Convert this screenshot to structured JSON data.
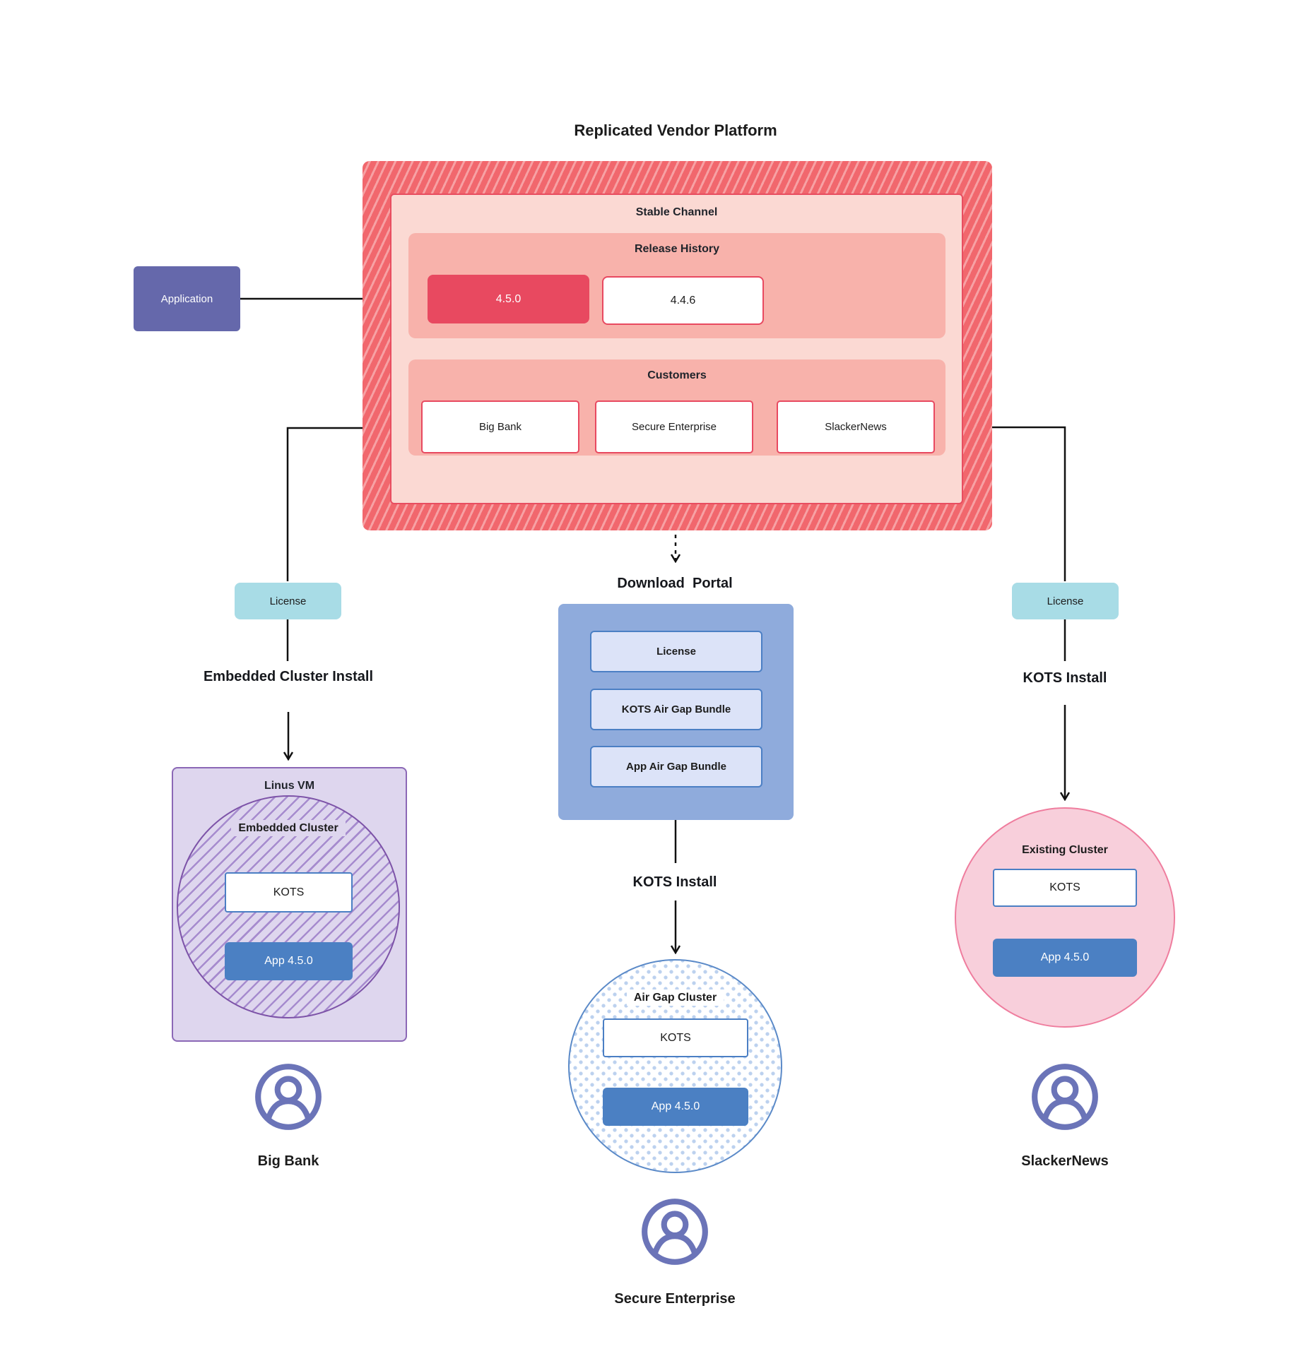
{
  "title": "Replicated Vendor Platform",
  "colors": {
    "platform_red": "#f1676d",
    "platform_stripe": "#f7a1a4",
    "channel_fill": "#fbd9d3",
    "channel_border": "#e84d60",
    "panel_salmon": "#f8b2ab",
    "release_highlight": "#e84960",
    "application_purple": "#6568ab",
    "license_cyan": "#a8dce6",
    "portal_blue": "#8fabdc",
    "portal_item_fill": "#dce3f8",
    "kots_blue_border": "#4b7fc4",
    "app_blue": "#4b80c3",
    "vm_lavender": "#ded6ee",
    "vm_circle_purple": "#7d53a8",
    "existing_pink_fill": "#f8cfdb",
    "existing_pink_border": "#ef7d9e",
    "airgap_dot": "#bcd1ee",
    "airgap_border": "#5b8ac8",
    "user_icon_purple": "#6b74b8"
  },
  "application": {
    "label": "Application"
  },
  "platform": {
    "stable_channel_label": "Stable Channel",
    "release_history_label": "Release History",
    "releases": [
      {
        "version": "4.5.0"
      },
      {
        "version": "4.4.6"
      }
    ],
    "customers_label": "Customers",
    "customers": [
      {
        "name": "Big Bank"
      },
      {
        "name": "Secure Enterprise"
      },
      {
        "name": "SlackerNews"
      }
    ]
  },
  "download_portal": {
    "title": "Download  Portal",
    "items": [
      {
        "label": "License"
      },
      {
        "label": "KOTS Air Gap Bundle"
      },
      {
        "label": "App Air Gap Bundle"
      }
    ]
  },
  "flows": {
    "left": {
      "license": "License",
      "install": "Embedded Cluster Install",
      "container": "Linus VM",
      "cluster": "Embedded Cluster",
      "kots": "KOTS",
      "app": "App 4.5.0",
      "user": "Big Bank"
    },
    "middle": {
      "install": "KOTS Install",
      "cluster": "Air Gap Cluster",
      "kots": "KOTS",
      "app": "App 4.5.0",
      "user": "Secure Enterprise"
    },
    "right": {
      "license": "License",
      "install": "KOTS Install",
      "cluster": "Existing Cluster",
      "kots": "KOTS",
      "app": "App 4.5.0",
      "user": "SlackerNews"
    }
  }
}
